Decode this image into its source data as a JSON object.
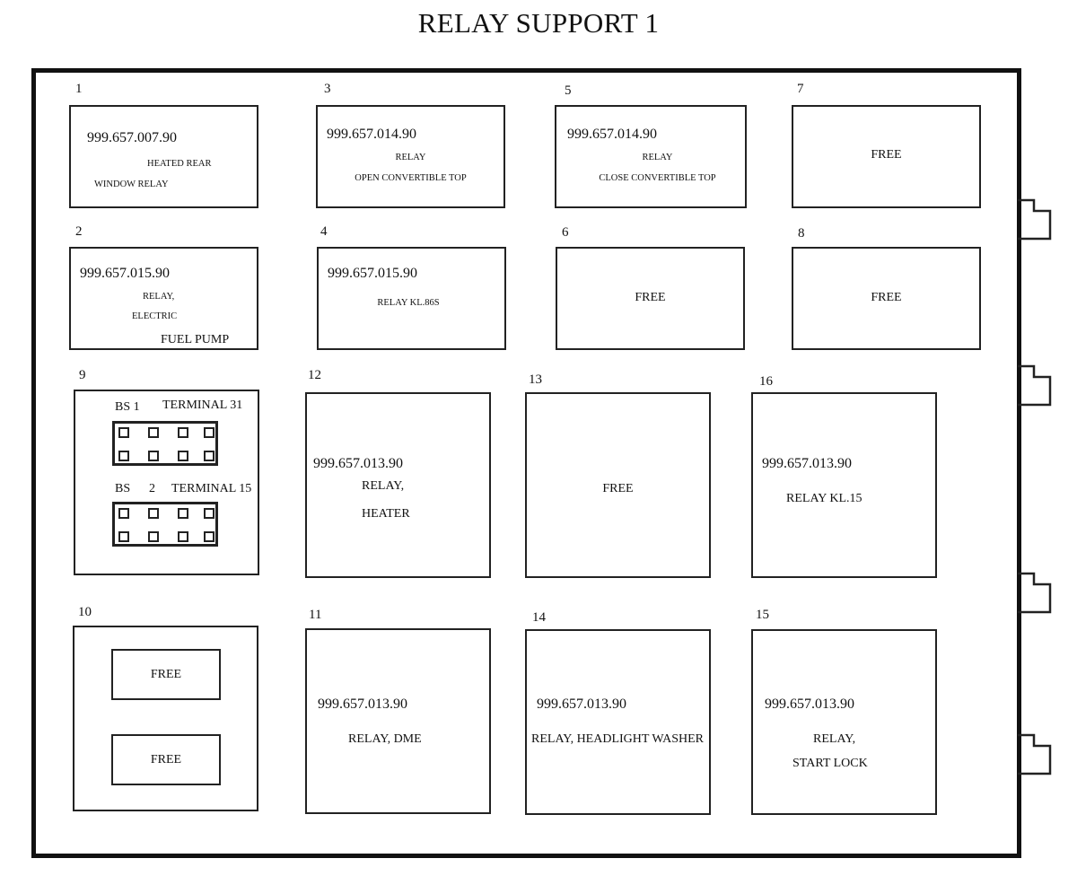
{
  "title": "RELAY SUPPORT 1",
  "slots": {
    "s1": {
      "num": "1",
      "part": "999.657.007.90",
      "line1": "HEATED REAR",
      "line2": "WINDOW RELAY"
    },
    "s2": {
      "num": "2",
      "part": "999.657.015.90",
      "line1": "RELAY,",
      "line2": "ELECTRIC",
      "line3": "FUEL PUMP"
    },
    "s3": {
      "num": "3",
      "part": "999.657.014.90",
      "line1": "RELAY",
      "line2": "OPEN CONVERTIBLE TOP"
    },
    "s4": {
      "num": "4",
      "part": "999.657.015.90",
      "line1": "RELAY KL.86S"
    },
    "s5": {
      "num": "5",
      "part": "999.657.014.90",
      "line1": "RELAY",
      "line2": "CLOSE CONVERTIBLE TOP"
    },
    "s6": {
      "num": "6",
      "label": "FREE"
    },
    "s7": {
      "num": "7",
      "label": "FREE"
    },
    "s8": {
      "num": "8",
      "label": "FREE"
    },
    "s9": {
      "num": "9",
      "bs1": "BS 1",
      "terminal1": "TERMINAL 31",
      "bs2": "BS",
      "bs2num": "2",
      "terminal2": "TERMINAL 15"
    },
    "s10": {
      "num": "10",
      "top": "FREE",
      "bottom": "FREE"
    },
    "s11": {
      "num": "11",
      "part": "999.657.013.90",
      "line1": "RELAY, DME"
    },
    "s12": {
      "num": "12",
      "part": "999.657.013.90",
      "line1": "RELAY,",
      "line2": "HEATER"
    },
    "s13": {
      "num": "13",
      "label": "FREE"
    },
    "s14": {
      "num": "14",
      "part": "999.657.013.90",
      "line1": "RELAY, HEADLIGHT WASHER"
    },
    "s15": {
      "num": "15",
      "part": "999.657.013.90",
      "line1": "RELAY,",
      "line2": "START LOCK"
    },
    "s16": {
      "num": "16",
      "part": "999.657.013.90",
      "line1": "RELAY KL.15"
    }
  }
}
